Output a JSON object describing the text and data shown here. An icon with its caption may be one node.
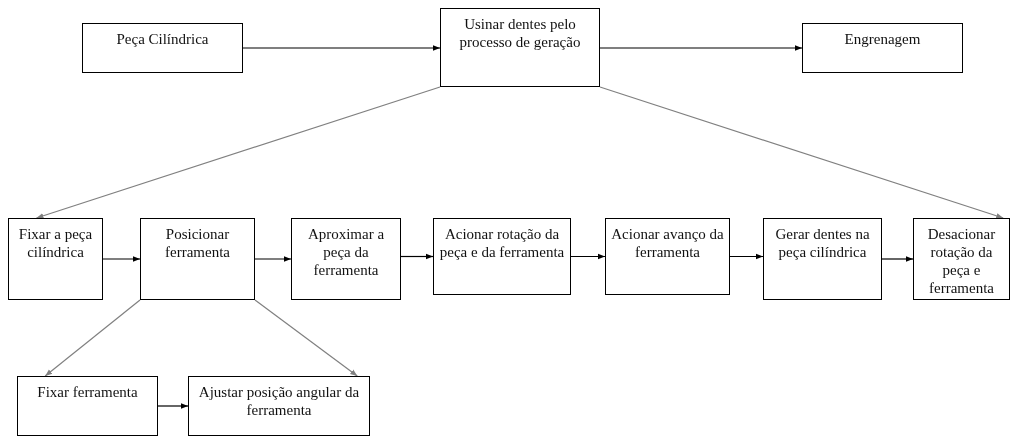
{
  "diagram": {
    "nodes": [
      {
        "text": [
          "Peça Cilíndrica"
        ]
      },
      {
        "text": [
          "Usinar dentes pelo processo de geração"
        ]
      },
      {
        "text": [
          "Engrenagem"
        ]
      },
      {
        "text": [
          "Fixar a peça cilíndrica"
        ]
      },
      {
        "text": [
          "Posicionar ferramenta"
        ]
      },
      {
        "text": [
          "Aproximar a peça da ferramenta"
        ]
      },
      {
        "text": [
          "Acionar rotação da peça e da ferramenta"
        ]
      },
      {
        "text": [
          "Acionar avanço da ferramenta"
        ]
      },
      {
        "text": [
          "Gerar dentes na peça cilíndrica"
        ]
      },
      {
        "text": [
          "Desacionar rotação da peça e ferramenta"
        ]
      },
      {
        "text": [
          "Fixar ferramenta"
        ]
      },
      {
        "text": [
          "Ajustar posição angular da ferramenta"
        ]
      }
    ],
    "edges": [
      {
        "from": 0,
        "to": 1,
        "arrow": "to"
      },
      {
        "from": 1,
        "to": 2,
        "arrow": "to"
      },
      {
        "from": 1,
        "to": 3,
        "arrow": "to",
        "color": "#808080"
      },
      {
        "from": 1,
        "to": 9,
        "arrow": "to",
        "color": "#808080"
      },
      {
        "from": 3,
        "to": 4,
        "arrow": "to"
      },
      {
        "from": 4,
        "to": 5,
        "arrow": "to"
      },
      {
        "from": 5,
        "to": 6,
        "arrow": "to"
      },
      {
        "from": 6,
        "to": 7,
        "arrow": "to"
      },
      {
        "from": 7,
        "to": 8,
        "arrow": "to"
      },
      {
        "from": 8,
        "to": 9,
        "arrow": "to"
      },
      {
        "from": 4,
        "to": 10,
        "arrow": "to",
        "color": "#808080"
      },
      {
        "from": 4,
        "to": 11,
        "arrow": "to",
        "color": "#808080"
      },
      {
        "from": 10,
        "to": 11,
        "arrow": "to"
      }
    ]
  }
}
